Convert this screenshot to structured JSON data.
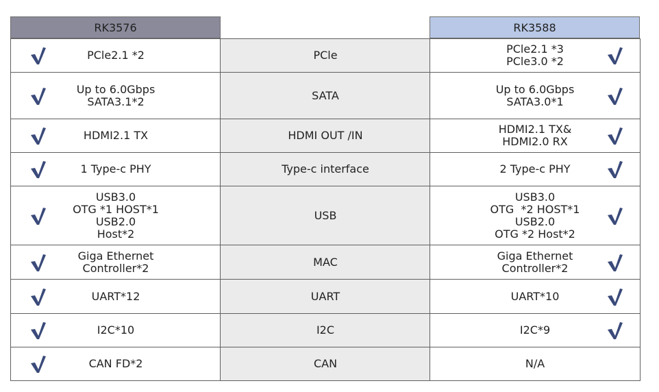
{
  "headers": {
    "left": "RK3576",
    "right": "RK3588"
  },
  "colors": {
    "left_header": "#8a8a9b",
    "right_header": "#b8c8e6",
    "middle_fill": "#ebebeb",
    "check": "#3a4a7a"
  },
  "rows": [
    {
      "feature": [
        "PCle"
      ],
      "left": [
        "PCle2.1 *2"
      ],
      "right": [
        "PCle2.1 *3",
        "PCle3.0 *2"
      ],
      "left_check": true,
      "right_check": true
    },
    {
      "feature": [
        "SATA"
      ],
      "left": [
        "Up to 6.0Gbps",
        "SATA3.1*2"
      ],
      "right": [
        "Up to 6.0Gbps",
        "SATA3.0*1"
      ],
      "left_check": true,
      "right_check": true
    },
    {
      "feature": [
        "HDMI OUT /IN"
      ],
      "left": [
        "HDMI2.1 TX"
      ],
      "right": [
        "HDMI2.1 TX&",
        "HDMI2.0 RX"
      ],
      "left_check": true,
      "right_check": true
    },
    {
      "feature": [
        "Type-c interface"
      ],
      "left": [
        "1 Type-c PHY"
      ],
      "right": [
        "2 Type-c PHY"
      ],
      "left_check": true,
      "right_check": true
    },
    {
      "feature": [
        "USB"
      ],
      "left": [
        "USB3.0",
        "OTG *1 HOST*1",
        "USB2.0",
        "Host*2"
      ],
      "right": [
        "USB3.0",
        "OTG  *2 HOST*1",
        "USB2.0",
        "OTG *2 Host*2"
      ],
      "left_check": true,
      "right_check": true
    },
    {
      "feature": [
        "MAC"
      ],
      "left": [
        "Giga Ethernet",
        "Controller*2"
      ],
      "right": [
        "Giga Ethernet",
        "Controller*2"
      ],
      "left_check": true,
      "right_check": true
    },
    {
      "feature": [
        "UART"
      ],
      "left": [
        "UART*12"
      ],
      "right": [
        "UART*10"
      ],
      "left_check": true,
      "right_check": true
    },
    {
      "feature": [
        "I2C"
      ],
      "left": [
        "I2C*10"
      ],
      "right": [
        "I2C*9"
      ],
      "left_check": true,
      "right_check": true
    },
    {
      "feature": [
        "CAN"
      ],
      "left": [
        "CAN FD*2"
      ],
      "right": [
        "N/A"
      ],
      "left_check": true,
      "right_check": false
    }
  ]
}
